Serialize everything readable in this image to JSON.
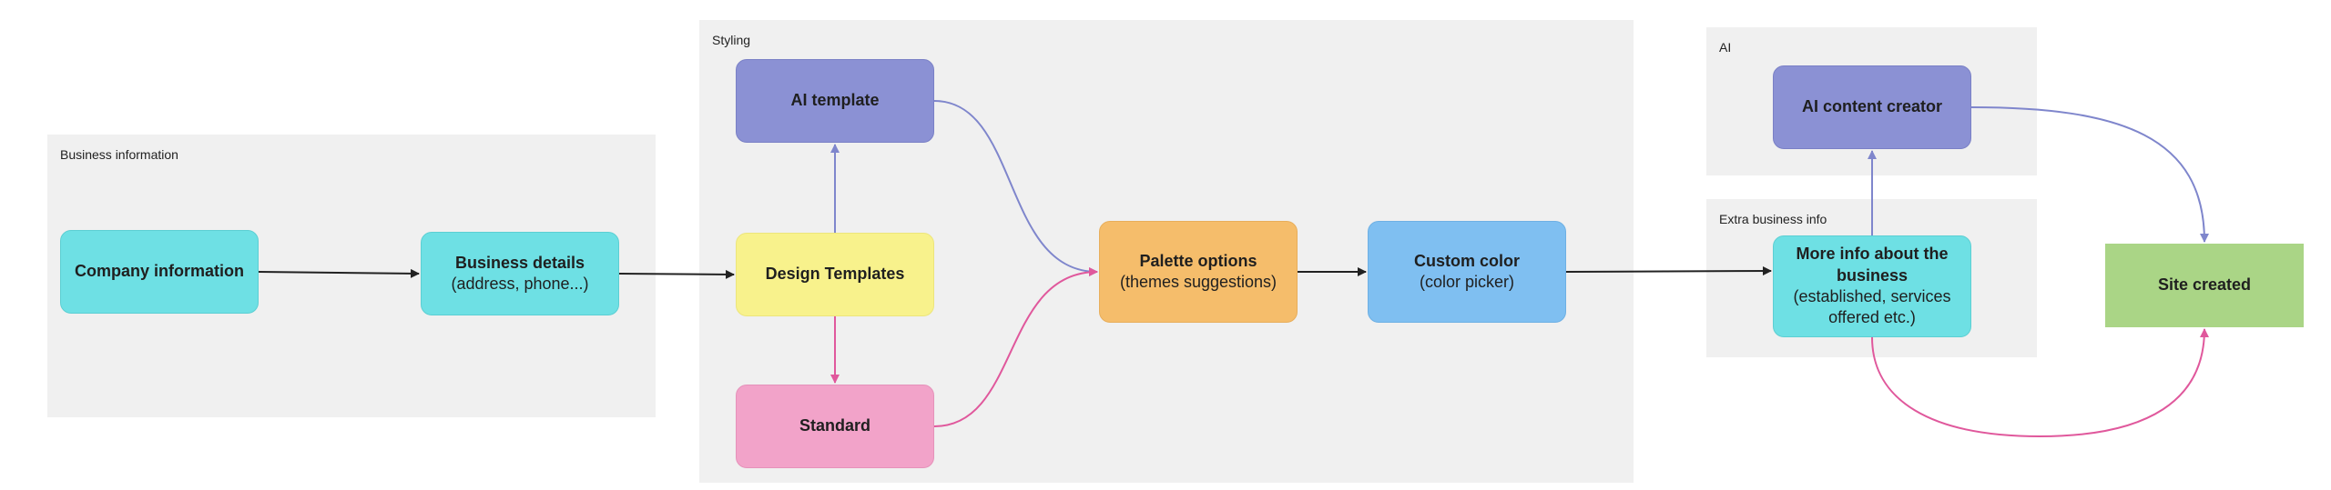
{
  "groups": {
    "business": "Business information",
    "styling": "Styling",
    "ai": "AI",
    "extra": "Extra business info"
  },
  "nodes": {
    "company": {
      "title": "Company information"
    },
    "business_details": {
      "title": "Business details",
      "sub": "(address, phone...)"
    },
    "ai_template": {
      "title": "AI template"
    },
    "design_templates": {
      "title": "Design Templates"
    },
    "standard": {
      "title": "Standard"
    },
    "palette": {
      "title": "Palette options",
      "sub": "(themes suggestions)"
    },
    "custom_color": {
      "title": "Custom color",
      "sub": "(color picker)"
    },
    "ai_creator": {
      "title": "AI content creator"
    },
    "more_info": {
      "title": "More info about the business",
      "sub": "(established, services offered etc.)"
    },
    "site": {
      "title": "Site created"
    }
  },
  "colors": {
    "dark_edge": "#222222",
    "purple_edge": "#7f86cc",
    "pink_edge": "#e0589c"
  }
}
